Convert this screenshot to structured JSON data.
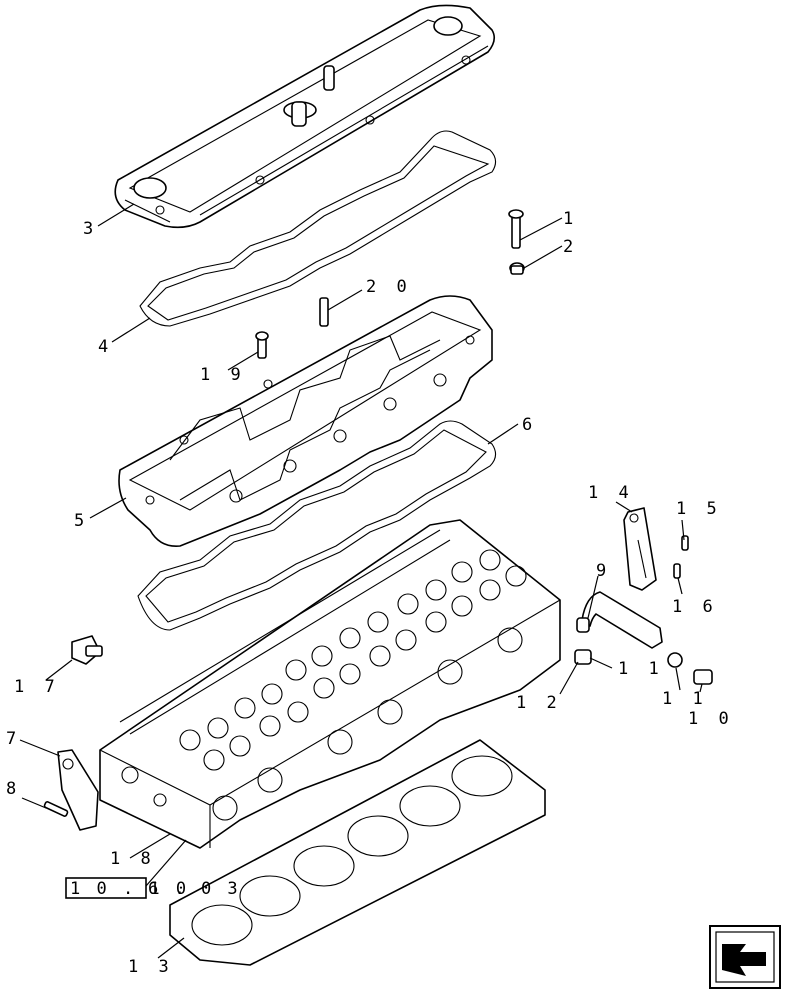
{
  "callouts": [
    {
      "id": "1",
      "text": "1"
    },
    {
      "id": "2",
      "text": "2"
    },
    {
      "id": "3",
      "text": "3"
    },
    {
      "id": "4",
      "text": "4"
    },
    {
      "id": "5",
      "text": "5"
    },
    {
      "id": "6",
      "text": "6"
    },
    {
      "id": "7",
      "text": "7"
    },
    {
      "id": "8",
      "text": "8"
    },
    {
      "id": "9",
      "text": "9"
    },
    {
      "id": "10",
      "text": "1 0"
    },
    {
      "id": "11a",
      "text": "1 1"
    },
    {
      "id": "11b",
      "text": "1 1"
    },
    {
      "id": "12",
      "text": "1 2"
    },
    {
      "id": "13",
      "text": "1 3"
    },
    {
      "id": "14",
      "text": "1 4"
    },
    {
      "id": "15",
      "text": "1 5"
    },
    {
      "id": "16",
      "text": "1 6"
    },
    {
      "id": "17",
      "text": "1 7"
    },
    {
      "id": "18",
      "text": "1 8"
    },
    {
      "id": "19",
      "text": "1 9"
    },
    {
      "id": "20",
      "text": "2 0"
    }
  ],
  "reference": {
    "boxed": "1 0 . 1 0",
    "suffix": "6 . 0 3"
  },
  "nav_icon": "next-page-arrow-icon"
}
